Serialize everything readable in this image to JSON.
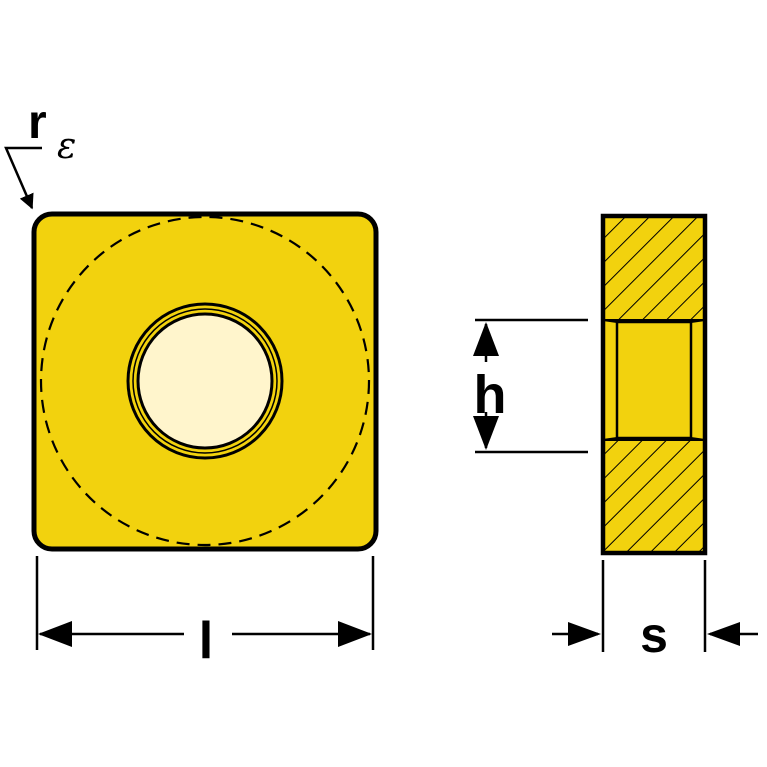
{
  "labels": {
    "corner_radius_main": "r",
    "corner_radius_sub": "ε",
    "length": "l",
    "hole_height": "h",
    "thickness": "s"
  },
  "colors": {
    "insert_fill": "#F2D20E",
    "hole_fill": "#FFF5CC",
    "outline": "#000000",
    "background": "#FFFFFF"
  }
}
